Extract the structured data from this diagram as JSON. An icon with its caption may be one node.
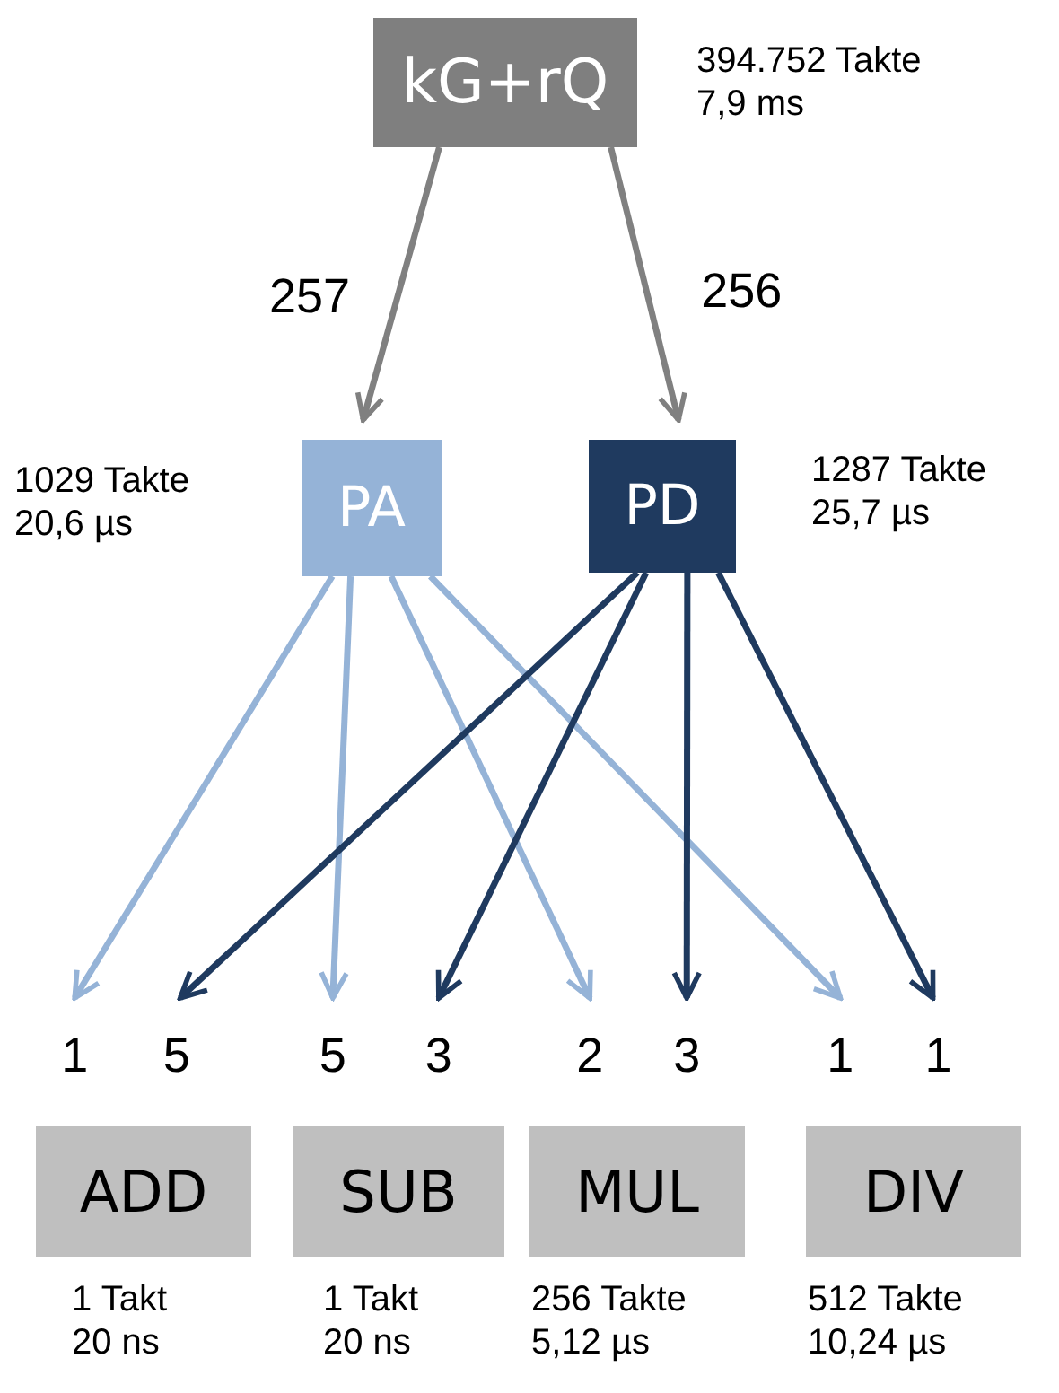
{
  "diagram": {
    "nodes": [
      {
        "text": [
          "kG+rQ"
        ],
        "beside": [
          "394.752 Takte 7,9 ms"
        ]
      },
      {
        "text": [
          "PA"
        ],
        "beside": [
          "1029 Takte 20,6 µs"
        ]
      },
      {
        "text": [
          "PD"
        ],
        "beside": [
          "1287 Takte 25,7 µs"
        ]
      },
      {
        "text": [
          "ADD"
        ],
        "beside": [
          "1 Takt 20 ns"
        ]
      },
      {
        "text": [
          "SUB"
        ],
        "beside": [
          "1 Takt 20 ns"
        ]
      },
      {
        "text": [
          "MUL"
        ],
        "beside": [
          "256 Takte 5,12 µs"
        ]
      },
      {
        "text": [
          "DIV"
        ],
        "beside": [
          "512 Takte 10,24 µs"
        ]
      }
    ],
    "edges": [
      {
        "from": 0,
        "to": 1,
        "arrow": "to",
        "label": "257",
        "color": "#808080"
      },
      {
        "from": 0,
        "to": 2,
        "arrow": "to",
        "label": "256",
        "color": "#808080"
      },
      {
        "from": 1,
        "to": 3,
        "arrow": "to",
        "label": "1",
        "color": "#95b3d7"
      },
      {
        "from": 1,
        "to": 4,
        "arrow": "to",
        "label": "5",
        "color": "#95b3d7"
      },
      {
        "from": 1,
        "to": 5,
        "arrow": "to",
        "label": "2",
        "color": "#95b3d7"
      },
      {
        "from": 1,
        "to": 6,
        "arrow": "to",
        "label": "1",
        "color": "#95b3d7"
      },
      {
        "from": 2,
        "to": 3,
        "arrow": "to",
        "label": "5",
        "color": "#1f3a5f"
      },
      {
        "from": 2,
        "to": 4,
        "arrow": "to",
        "label": "3",
        "color": "#1f3a5f"
      },
      {
        "from": 2,
        "to": 5,
        "arrow": "to",
        "label": "3",
        "color": "#1f3a5f"
      },
      {
        "from": 2,
        "to": 6,
        "arrow": "to",
        "label": "1",
        "color": "#1f3a5f"
      }
    ]
  }
}
